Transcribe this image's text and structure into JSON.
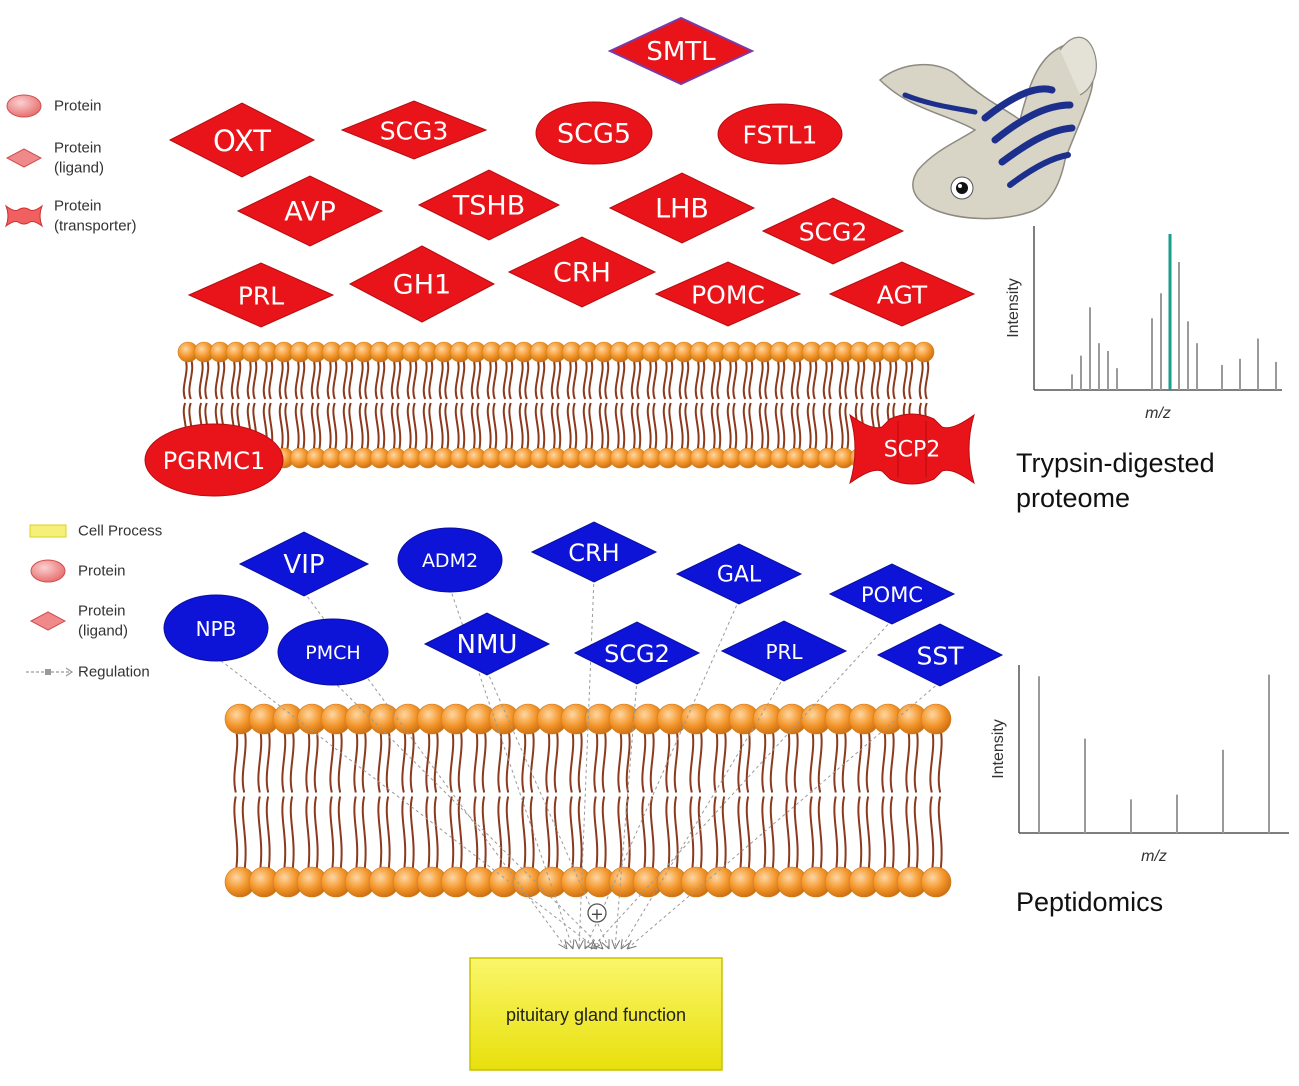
{
  "legend_top": {
    "items": [
      {
        "shape": "ellipse",
        "label_lines": [
          "Protein"
        ]
      },
      {
        "shape": "diamond",
        "label_lines": [
          "Protein",
          "(ligand)"
        ]
      },
      {
        "shape": "transporter",
        "label_lines": [
          "Protein",
          "(transporter)"
        ]
      }
    ]
  },
  "legend_bottom": {
    "items": [
      {
        "shape": "cell-process",
        "label_lines": [
          "Cell Process"
        ]
      },
      {
        "shape": "ellipse",
        "label_lines": [
          "Protein"
        ]
      },
      {
        "shape": "diamond",
        "label_lines": [
          "Protein",
          "(ligand)"
        ]
      },
      {
        "shape": "regulation",
        "label_lines": [
          "Regulation"
        ]
      }
    ]
  },
  "proteome_nodes": [
    {
      "label": "SMTL",
      "shape": "diamond"
    },
    {
      "label": "OXT",
      "shape": "diamond"
    },
    {
      "label": "SCG3",
      "shape": "diamond"
    },
    {
      "label": "SCG5",
      "shape": "ellipse"
    },
    {
      "label": "FSTL1",
      "shape": "ellipse"
    },
    {
      "label": "AVP",
      "shape": "diamond"
    },
    {
      "label": "TSHB",
      "shape": "diamond"
    },
    {
      "label": "LHB",
      "shape": "diamond"
    },
    {
      "label": "SCG2",
      "shape": "diamond"
    },
    {
      "label": "PRL",
      "shape": "diamond"
    },
    {
      "label": "GH1",
      "shape": "diamond"
    },
    {
      "label": "CRH",
      "shape": "diamond"
    },
    {
      "label": "POMC",
      "shape": "diamond"
    },
    {
      "label": "AGT",
      "shape": "diamond"
    },
    {
      "label": "PGRMC1",
      "shape": "ellipse"
    },
    {
      "label": "SCP2",
      "shape": "transporter"
    }
  ],
  "peptidome_nodes": [
    {
      "label": "VIP",
      "shape": "diamond"
    },
    {
      "label": "ADM2",
      "shape": "ellipse"
    },
    {
      "label": "CRH",
      "shape": "diamond"
    },
    {
      "label": "GAL",
      "shape": "diamond"
    },
    {
      "label": "POMC",
      "shape": "diamond"
    },
    {
      "label": "NPB",
      "shape": "ellipse"
    },
    {
      "label": "PMCH",
      "shape": "ellipse"
    },
    {
      "label": "NMU",
      "shape": "diamond"
    },
    {
      "label": "SCG2",
      "shape": "diamond"
    },
    {
      "label": "PRL",
      "shape": "diamond"
    },
    {
      "label": "SST",
      "shape": "diamond"
    }
  ],
  "colors": {
    "proteome_node": "#e8141a",
    "peptidome_node": "#0d14d8",
    "membrane_head": "#f3962b",
    "membrane_tail": "#8b3a1e",
    "cell_process": "#f2ee14",
    "spectrum_highlight": "#1a9e8c"
  },
  "spectrum_top": {
    "ylabel": "Intensity",
    "xlabel": "m/z",
    "peaks": [
      0.1,
      0.22,
      0.53,
      0.3,
      0.25,
      0.14,
      0.46,
      0.62,
      1.0,
      0.82,
      0.44,
      0.3,
      0.16,
      0.2,
      0.33,
      0.18
    ],
    "highlight_peak_index": 8
  },
  "spectrum_bottom": {
    "ylabel": "Intensity",
    "xlabel": "m/z",
    "peaks": [
      0.98,
      0.59,
      0.21,
      0.24,
      0.52,
      0.99
    ]
  },
  "section_titles": {
    "proteome_lines": [
      "Trypsin-digested",
      "proteome"
    ],
    "peptidomics": "Peptidomics"
  },
  "regulation_sign": "+",
  "cell_process_label": "pituitary gland function"
}
